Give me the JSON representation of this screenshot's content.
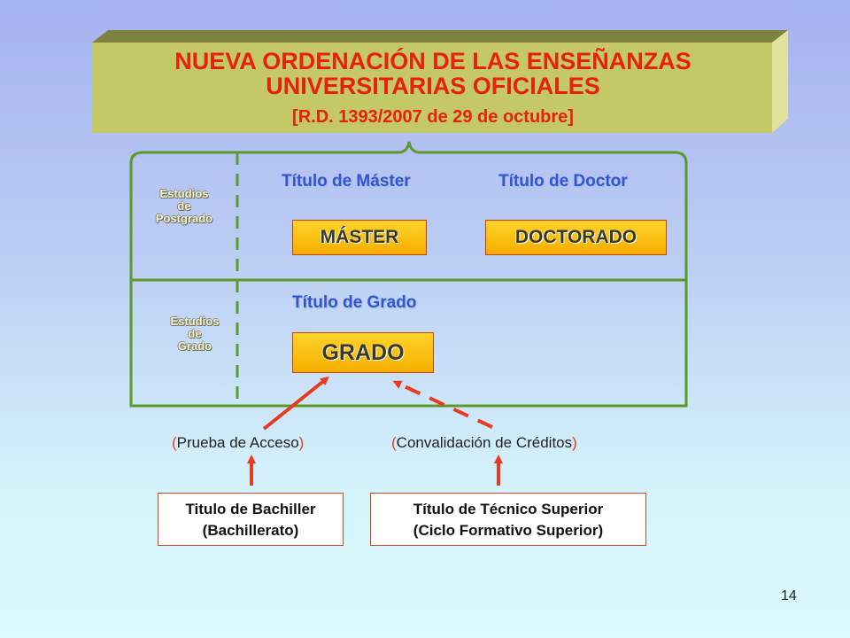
{
  "banner": {
    "line1": "NUEVA ORDENACIÓN DE LAS ENSEÑANZAS",
    "line2": "UNIVERSITARIAS OFICIALES",
    "line3": "[R.D. 1393/2007 de 29 de octubre]"
  },
  "postgrado": {
    "label_l1": "Estudios",
    "label_l2": "de",
    "label_l3": "Postgrado",
    "master_title": "Título de Máster",
    "doctor_title": "Título de Doctor",
    "master_box": "MÁSTER",
    "doctor_box": "DOCTORADO"
  },
  "grado": {
    "label_l1": "Estudios",
    "label_l2": "de",
    "label_l3": "Grado",
    "title": "Título de Grado",
    "box": "GRADO"
  },
  "access": {
    "prueba_open": "(",
    "prueba_text": "Prueba de Acceso",
    "prueba_close": ")",
    "conval_open": "(",
    "conval_text": "Convalidación de Créditos",
    "conval_close": ")"
  },
  "requirements": {
    "bachiller_l1": "Titulo de Bachiller",
    "bachiller_l2": "(Bachillerato)",
    "tecnico_l1": "Título de Técnico Superior",
    "tecnico_l2": "(Ciclo Formativo Superior)"
  },
  "page_number": "14",
  "colors": {
    "banner_front": "#c4c866",
    "banner_side": "#dede9a",
    "banner_top": "#7a7c3a",
    "frame_green": "#5b9a2a",
    "title_blue": "#2f57d4",
    "accent_red": "#e8200e",
    "box_orange": "#f9c11a"
  }
}
